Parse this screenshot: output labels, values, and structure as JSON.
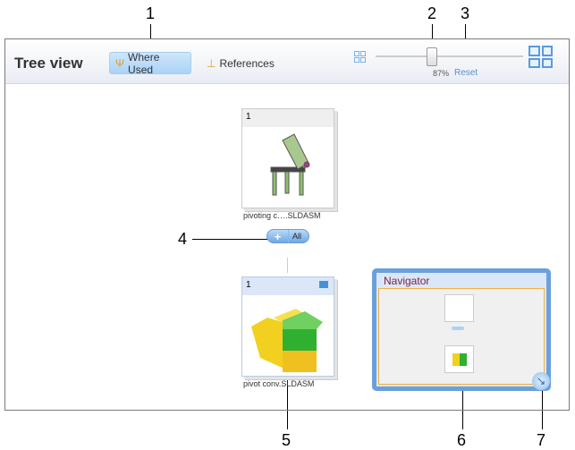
{
  "callouts": [
    "1",
    "2",
    "3",
    "4",
    "5",
    "6",
    "7"
  ],
  "toolbar": {
    "title": "Tree view",
    "where_used": "Where Used",
    "references": "References",
    "zoom": "87%",
    "reset": "Reset"
  },
  "nodes": [
    {
      "count": "1",
      "label": "pivoting c….SLDASM"
    },
    {
      "count": "1",
      "label": "pivot conv.SLDASM"
    }
  ],
  "expand": {
    "label": "All"
  },
  "navigator": {
    "title": "Navigator"
  },
  "colors": {
    "accent": "#6aa0dc",
    "selected": "#a9d3f7",
    "navigator_title": "#7a1f3d"
  }
}
